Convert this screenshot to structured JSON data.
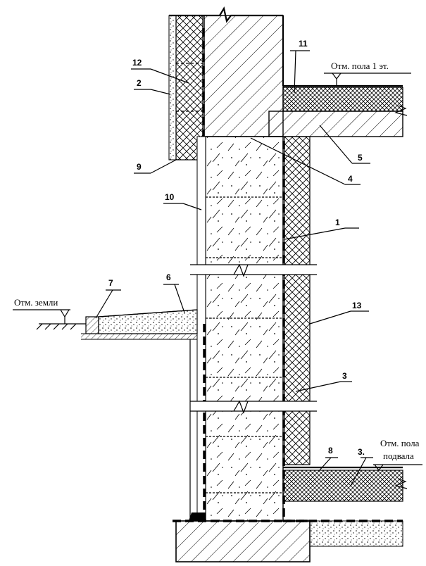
{
  "levels": {
    "floor_first": "Отм. пола 1 эт.",
    "ground": "Отм. земли",
    "basement_line1": "Отм. пола",
    "basement_line2": "подвала"
  },
  "callouts": {
    "n1": "1",
    "n2": "2",
    "n3a": "3",
    "n3b": "3.",
    "n4": "4",
    "n5": "5",
    "n6": "6",
    "n7": "7",
    "n8": "8",
    "n9": "9",
    "n10": "10",
    "n11": "11",
    "n12": "12",
    "n13": "13"
  }
}
